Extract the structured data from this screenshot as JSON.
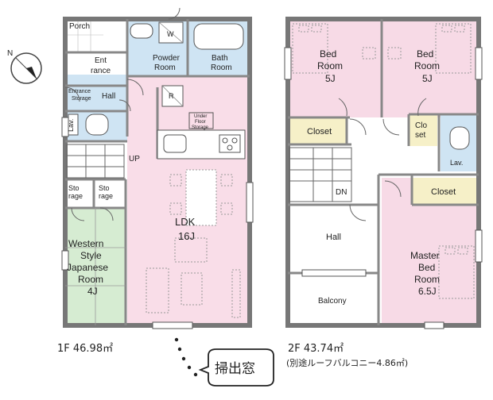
{
  "floor1": {
    "area_label": "1F 46.98㎡",
    "rooms": {
      "porch": "Porch",
      "entrance": [
        "Ent",
        "rance"
      ],
      "entrance_storage": [
        "Entrance",
        "Storage"
      ],
      "hall": "Hall",
      "powder_room": [
        "Powder",
        "Room"
      ],
      "bath_room": [
        "Bath",
        "Room"
      ],
      "lav": "Lav.",
      "washer_mark": "W",
      "fridge_mark": "R",
      "underfloor_storage": [
        "Under",
        "Floor",
        "Storage"
      ],
      "stair_up": "UP",
      "storage_a": [
        "Sto",
        "rage"
      ],
      "storage_b": [
        "Sto",
        "rage"
      ],
      "japanese_room": [
        "Western",
        "Style",
        "Japanese",
        "Room",
        "4J"
      ],
      "ldk": [
        "LDK",
        "16J"
      ]
    }
  },
  "floor2": {
    "area_label": "2F 43.74㎡",
    "note": "(別途ルーフバルコニー4.86㎡)",
    "rooms": {
      "bed_room_left": [
        "Bed",
        "Room",
        "5J"
      ],
      "bed_room_right": [
        "Bed",
        "Room",
        "5J"
      ],
      "closet_left": "Closet",
      "closet_small": [
        "Clo",
        "set"
      ],
      "lav": "Lav.",
      "stair_down": "DN",
      "closet_master": "Closet",
      "hall": "Hall",
      "master_bed_room": [
        "Master",
        "Bed",
        "Room",
        "6.5J"
      ],
      "balcony": "Balcony"
    }
  },
  "callout": {
    "label": "掃出窓"
  },
  "colors": {
    "ldk_pink": "#f9dde8",
    "bedroom_pink": "#f7dae6",
    "water_blue": "#cfe4f3",
    "tatami_green": "#d6ecd2",
    "closet_yellow": "#f6f0c8",
    "wall_gray": "#777777"
  }
}
